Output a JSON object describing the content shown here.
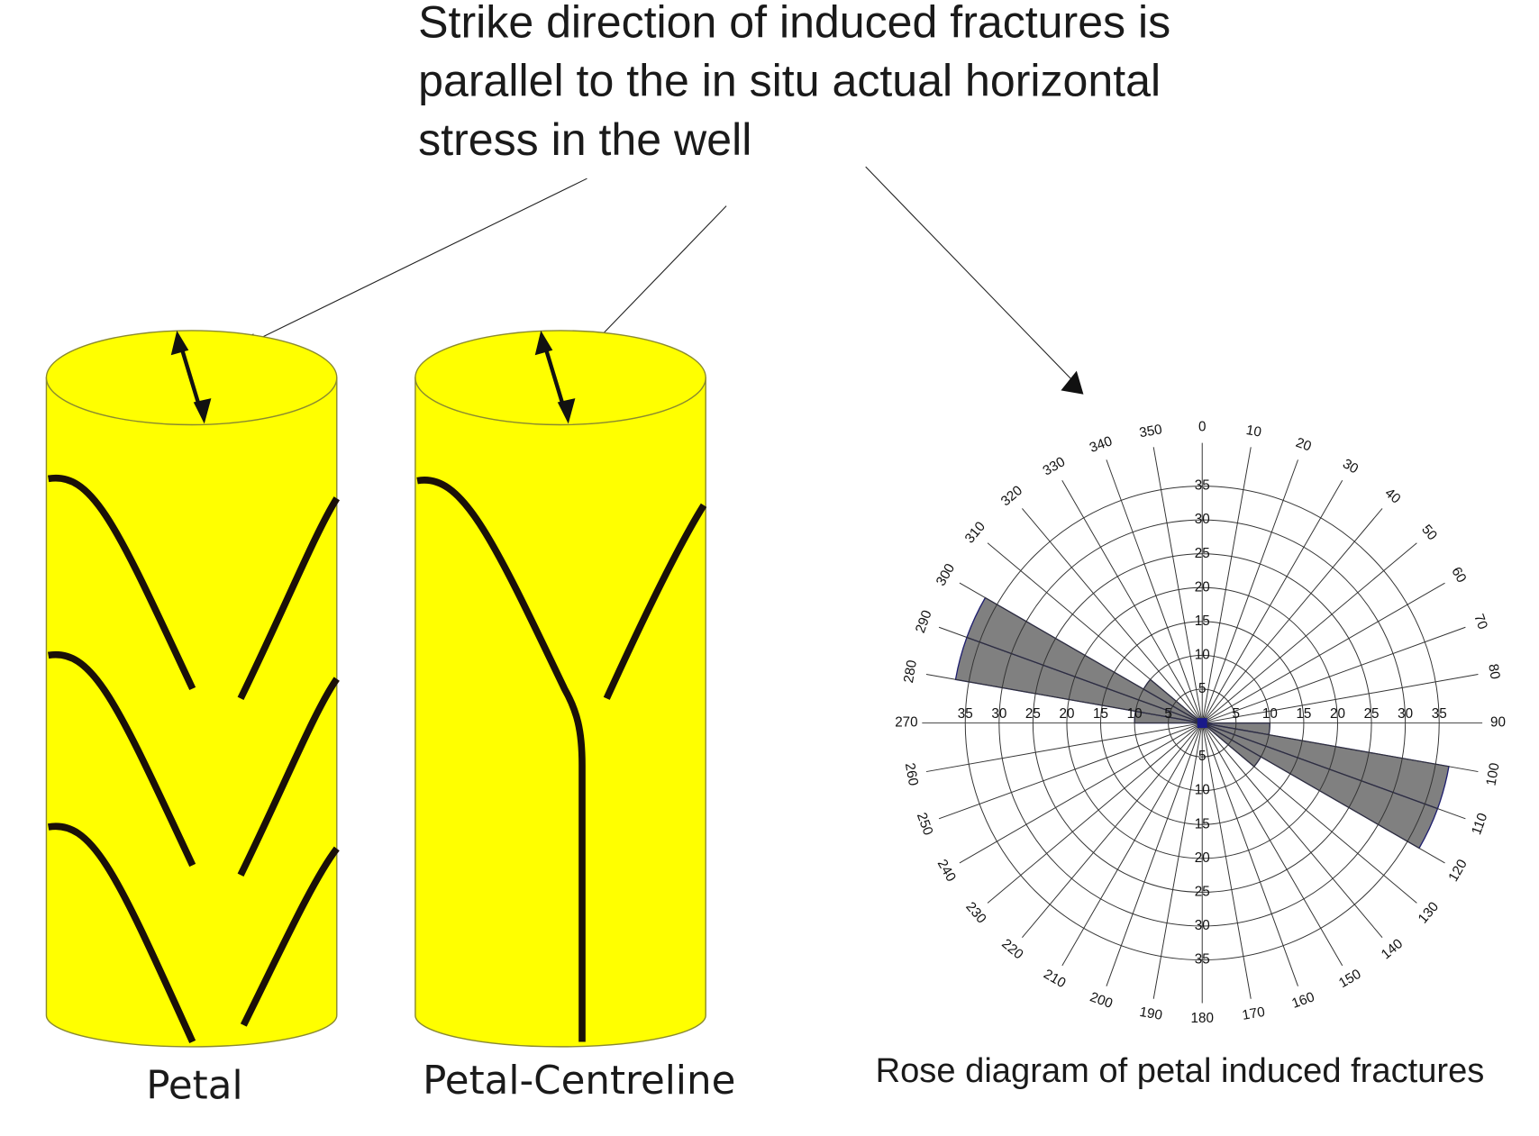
{
  "title": {
    "lines": [
      "Strike direction of induced fractures is",
      "parallel to the in situ actual horizontal",
      "stress in the well"
    ]
  },
  "cores": [
    {
      "id": "petal",
      "caption": "Petal"
    },
    {
      "id": "petal-centreline",
      "caption": "Petal-Centreline"
    }
  ],
  "rose_caption": "Rose diagram of petal induced fractures",
  "colors": {
    "core_fill": "#ffff00",
    "fracture": "#1a1008",
    "petal_fill": "#808080",
    "petal_outline": "#1e1e6e"
  },
  "chart_data": {
    "type": "rose",
    "title": "Rose diagram of petal induced fractures",
    "bin_width_deg": 10,
    "radial_ticks": [
      5,
      10,
      15,
      20,
      25,
      30,
      35
    ],
    "radial_range": [
      0,
      35
    ],
    "direction_labels": [
      "0",
      "10",
      "20",
      "30",
      "40",
      "50",
      "60",
      "70",
      "80",
      "90",
      "100",
      "110",
      "120",
      "130",
      "140",
      "150",
      "160",
      "170",
      "180",
      "190",
      "200",
      "210",
      "220",
      "230",
      "240",
      "250",
      "260",
      "270",
      "280",
      "290",
      "300",
      "310",
      "320",
      "330",
      "340",
      "350"
    ],
    "bins": [
      {
        "from": 90,
        "to": 100,
        "value": 10
      },
      {
        "from": 100,
        "to": 110,
        "value": 37
      },
      {
        "from": 110,
        "to": 120,
        "value": 37
      },
      {
        "from": 120,
        "to": 130,
        "value": 10
      },
      {
        "from": 270,
        "to": 280,
        "value": 10
      },
      {
        "from": 280,
        "to": 290,
        "value": 37
      },
      {
        "from": 290,
        "to": 300,
        "value": 37
      },
      {
        "from": 300,
        "to": 310,
        "value": 10
      }
    ],
    "symmetric": true,
    "grid": true
  }
}
